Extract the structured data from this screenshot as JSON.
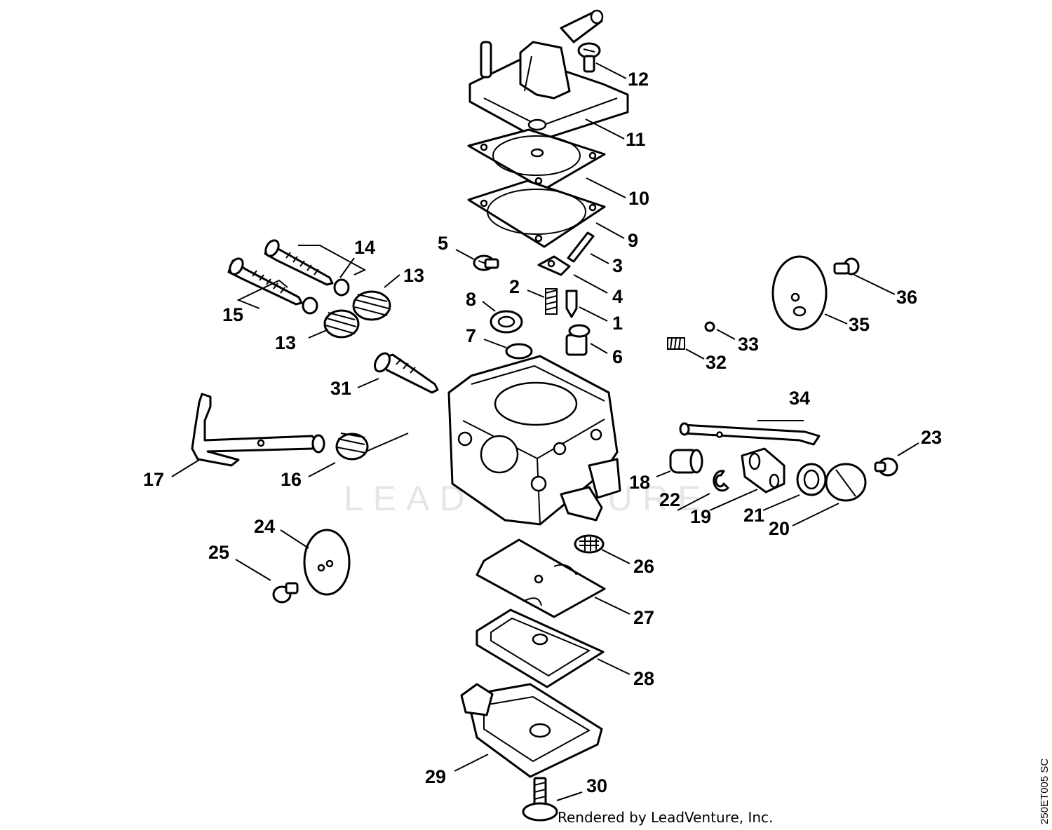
{
  "callouts": [
    {
      "id": "c1",
      "label": "1"
    },
    {
      "id": "c2",
      "label": "2"
    },
    {
      "id": "c3",
      "label": "3"
    },
    {
      "id": "c4",
      "label": "4"
    },
    {
      "id": "c5",
      "label": "5"
    },
    {
      "id": "c6",
      "label": "6"
    },
    {
      "id": "c7",
      "label": "7"
    },
    {
      "id": "c8",
      "label": "8"
    },
    {
      "id": "c9",
      "label": "9"
    },
    {
      "id": "c10",
      "label": "10"
    },
    {
      "id": "c11",
      "label": "11"
    },
    {
      "id": "c12",
      "label": "12"
    },
    {
      "id": "c13a",
      "label": "13"
    },
    {
      "id": "c13b",
      "label": "13"
    },
    {
      "id": "c14",
      "label": "14"
    },
    {
      "id": "c15",
      "label": "15"
    },
    {
      "id": "c16",
      "label": "16"
    },
    {
      "id": "c17",
      "label": "17"
    },
    {
      "id": "c18",
      "label": "18"
    },
    {
      "id": "c19",
      "label": "19"
    },
    {
      "id": "c20",
      "label": "20"
    },
    {
      "id": "c21",
      "label": "21"
    },
    {
      "id": "c22",
      "label": "22"
    },
    {
      "id": "c23",
      "label": "23"
    },
    {
      "id": "c24",
      "label": "24"
    },
    {
      "id": "c25",
      "label": "25"
    },
    {
      "id": "c26",
      "label": "26"
    },
    {
      "id": "c27",
      "label": "27"
    },
    {
      "id": "c28",
      "label": "28"
    },
    {
      "id": "c29",
      "label": "29"
    },
    {
      "id": "c30",
      "label": "30"
    },
    {
      "id": "c31",
      "label": "31"
    },
    {
      "id": "c32",
      "label": "32"
    },
    {
      "id": "c33",
      "label": "33"
    },
    {
      "id": "c34",
      "label": "34"
    },
    {
      "id": "c35",
      "label": "35"
    },
    {
      "id": "c36",
      "label": "36"
    }
  ],
  "footer": {
    "credit": "Rendered by LeadVenture, Inc.",
    "drawing_code": "250ET005 SC",
    "watermark": "LEADVENTURE"
  }
}
